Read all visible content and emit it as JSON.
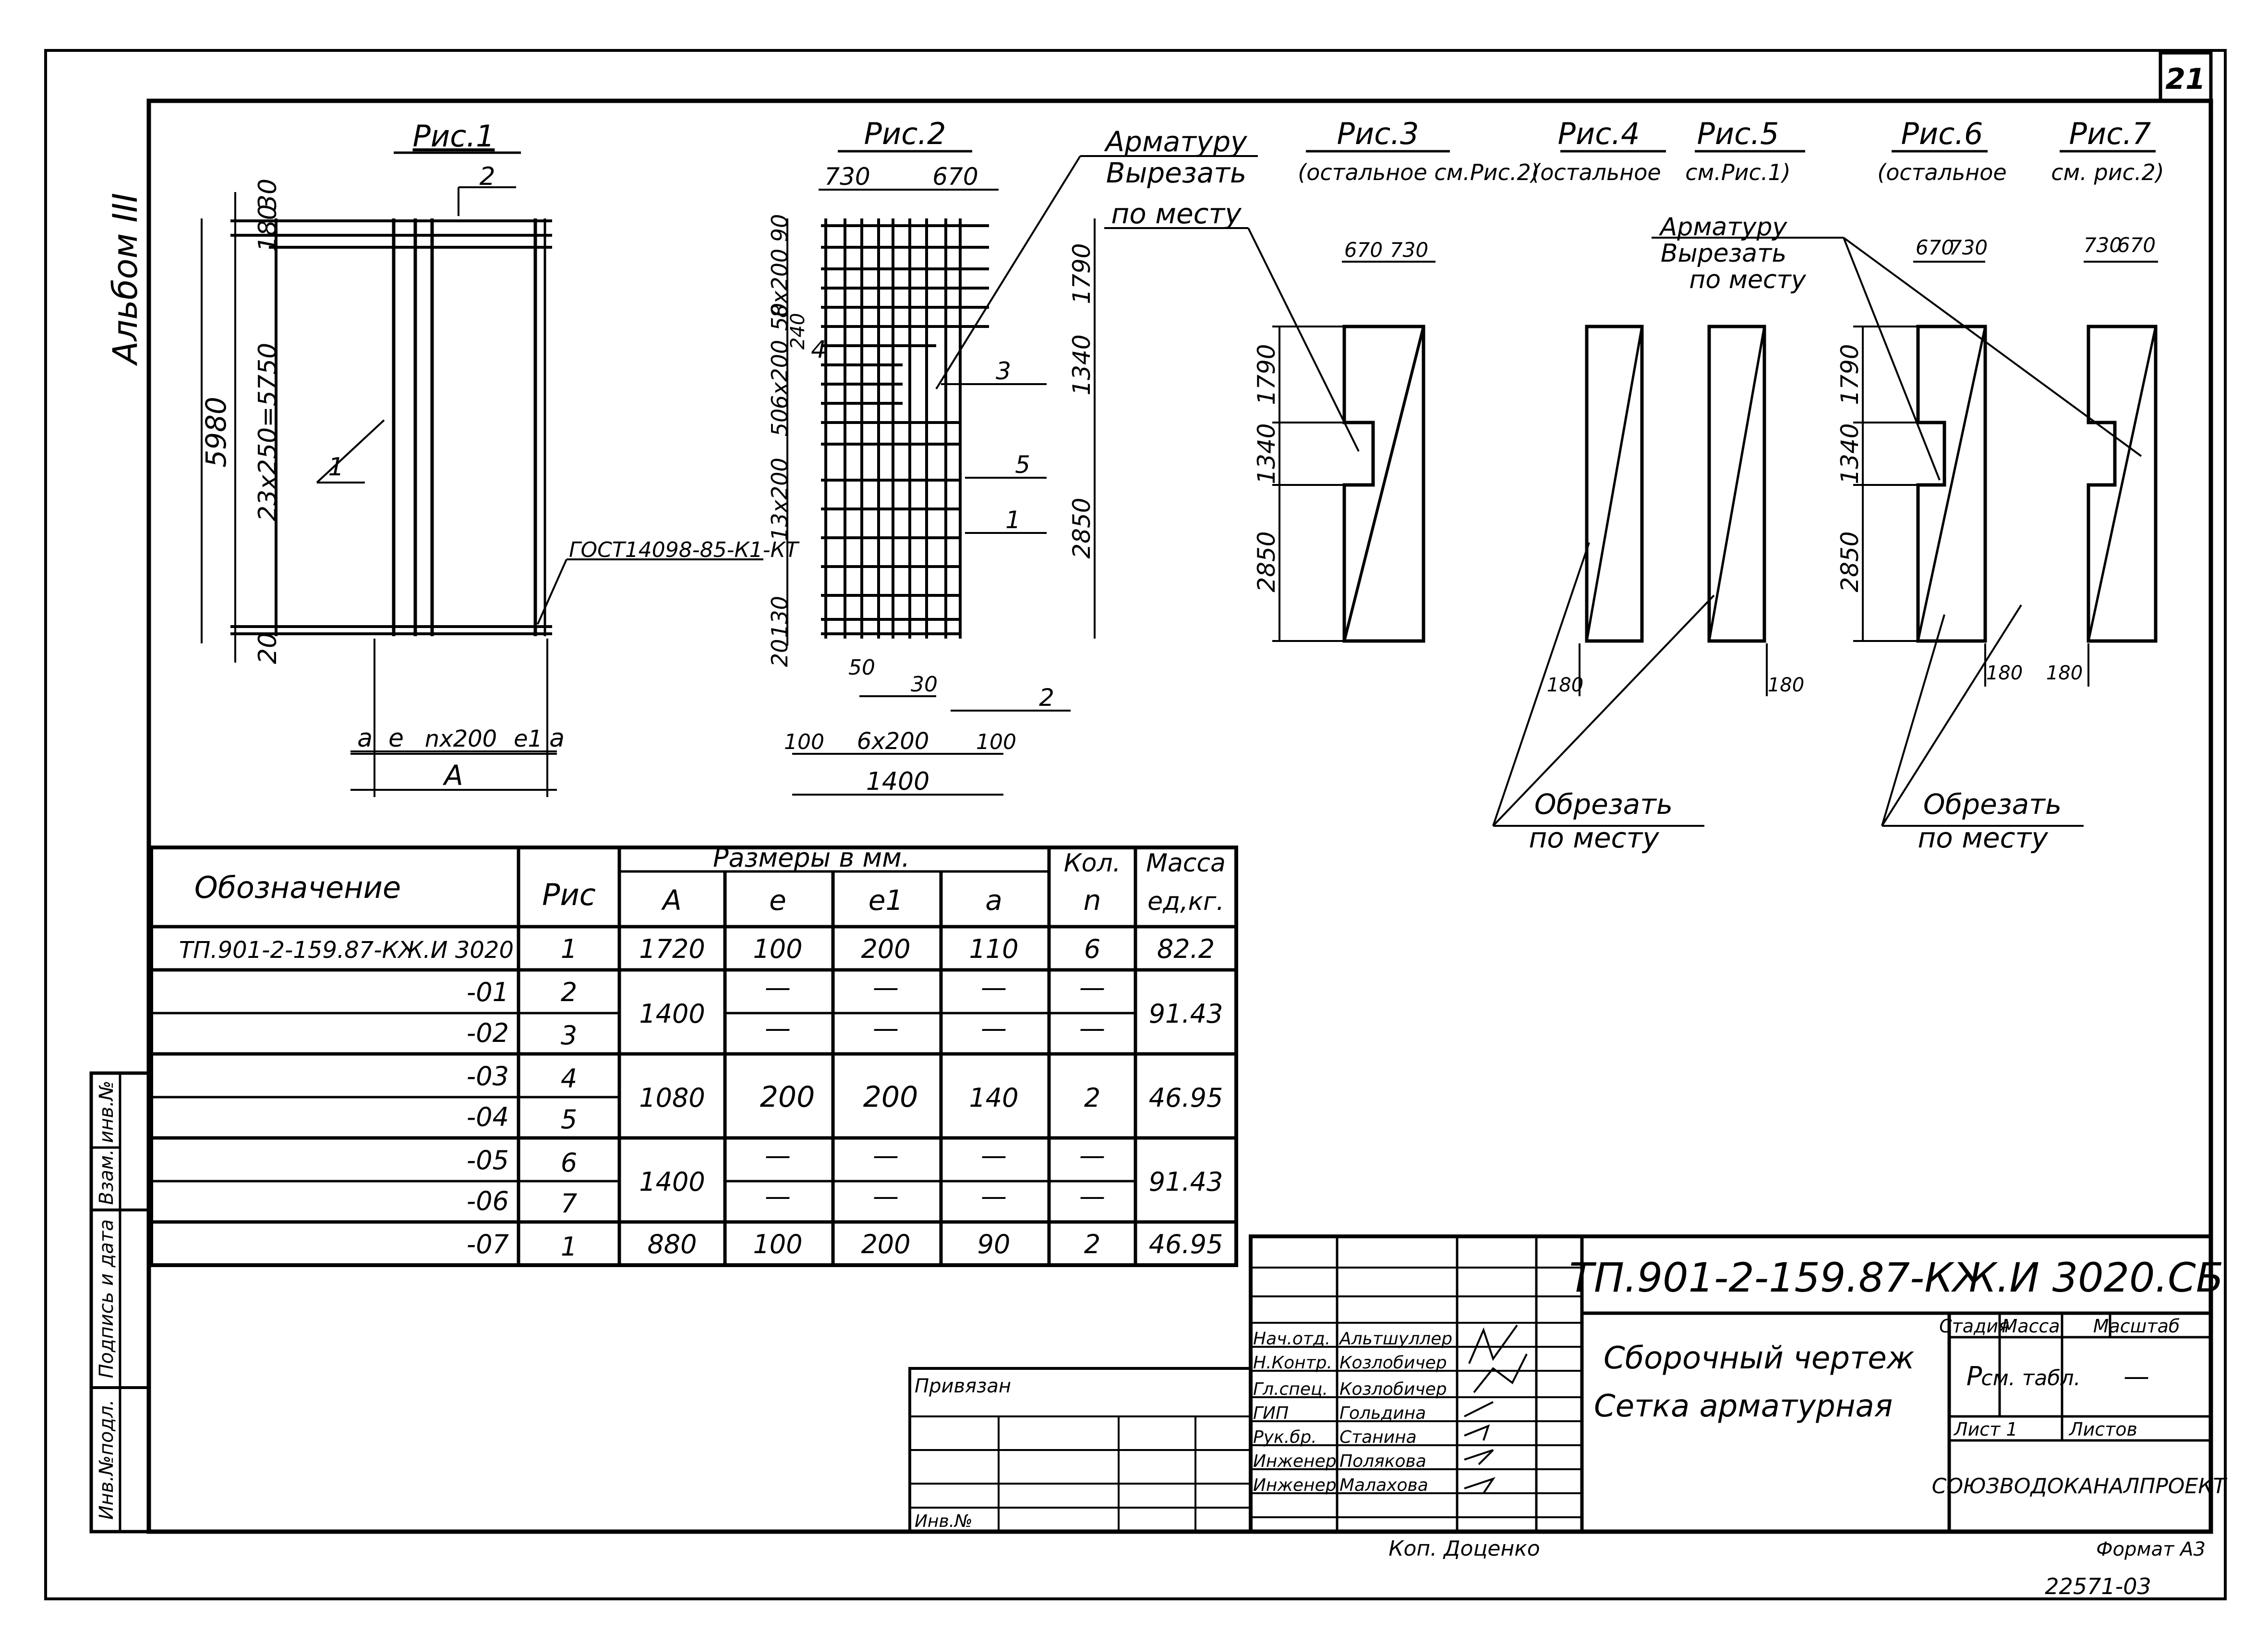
{
  "sheet_number": "21",
  "album_label": "Альбом III",
  "figures": {
    "fig1": {
      "title": "Рис.1",
      "dim_total": "5980",
      "dim_spacing": "23x250=5750",
      "dim_top_a": "30",
      "dim_top_b": "180",
      "dim_bottom": "20",
      "callout_1": "1",
      "callout_2": "2",
      "gost": "ГОСТ14098-85-К1-КТ",
      "bot_a1": "a",
      "bot_e1": "e",
      "bot_n": "nx200",
      "bot_e2": "e1",
      "bot_a2": "a",
      "bot_total": "A"
    },
    "fig2": {
      "title": "Рис.2",
      "top_left": "730",
      "top_right": "670",
      "left_90": "90",
      "left_8x200": "8x200",
      "left_50a": "50",
      "left_240": "240",
      "left_6x200": "6x200",
      "left_50b": "50",
      "left_13x200": "13x200",
      "left_130": "130",
      "left_20": "20",
      "right_1790": "1790",
      "right_1340": "1340",
      "right_2850": "2850",
      "callout_3": "3",
      "callout_4": "4",
      "callout_5": "5",
      "callout_1": "1",
      "callout_2": "2",
      "bot_50": "50",
      "bot_30": "30",
      "bot_100a": "100",
      "bot_6x200": "6x200",
      "bot_100b": "100",
      "bot_total": "1400"
    },
    "cut_note_1": [
      "Арматуру",
      "Вырезать",
      "по месту"
    ],
    "fig3": {
      "title": "Рис.3",
      "subtitle": "(остальное см.Рис.2)",
      "top_a": "670",
      "top_b": "730",
      "dim_1790": "1790",
      "dim_1340": "1340",
      "dim_2850": "2850"
    },
    "fig4": {
      "title": "Рис.4",
      "subtitle": "(остальное"
    },
    "fig5": {
      "title": "Рис.5",
      "subtitle": "см.Рис.1)"
    },
    "cut_note_2": [
      "Арматуру",
      "Вырезать",
      "по месту"
    ],
    "fig45_dim_left": "180",
    "fig45_dim_right": "180",
    "fig6": {
      "title": "Рис.6",
      "subtitle": "(остальное"
    },
    "fig7": {
      "title": "Рис.7",
      "subtitle": "см. рис.2)"
    },
    "fig67_top_left_a": "670",
    "fig67_top_left_b": "730",
    "fig67_top_right_a": "730",
    "fig67_top_right_b": "670",
    "fig67_dim_1790": "1790",
    "fig67_dim_1340": "1340",
    "fig67_dim_2850": "2850",
    "fig67_bot_a": "180",
    "fig67_bot_b": "180",
    "cut_note_3": [
      "Обрезать",
      "по месту"
    ],
    "cut_note_4": [
      "Обрезать",
      "по месту"
    ]
  },
  "table": {
    "head_designation": "Обозначение",
    "head_fig": "Рис",
    "head_sizes": "Размеры в мм.",
    "head_qty": "Кол.",
    "head_mass": "Масса",
    "sub_A": "A",
    "sub_e": "e",
    "sub_e1": "e1",
    "sub_a": "a",
    "sub_n": "n",
    "sub_mass": "ед,кг.",
    "rows": [
      {
        "designation": "ТП.901-2-159.87-КЖ.И 3020",
        "fig": "1",
        "A": "1720",
        "e": "100",
        "e1": "200",
        "a": "110",
        "n": "6",
        "mass": "82.2"
      },
      {
        "designation": "-01",
        "fig": "2",
        "A": "1400",
        "e": "—",
        "e1": "—",
        "a": "—",
        "n": "—",
        "mass": "91.43"
      },
      {
        "designation": "-02",
        "fig": "3",
        "A": "",
        "e": "—",
        "e1": "—",
        "a": "—",
        "n": "—",
        "mass": ""
      },
      {
        "designation": "-03",
        "fig": "4",
        "A": "1080",
        "e": "200",
        "e1": "200",
        "a": "140",
        "n": "2",
        "mass": "46.95"
      },
      {
        "designation": "-04",
        "fig": "5",
        "A": "",
        "e": "",
        "e1": "",
        "a": "",
        "n": "",
        "mass": ""
      },
      {
        "designation": "-05",
        "fig": "6",
        "A": "1400",
        "e": "—",
        "e1": "—",
        "a": "—",
        "n": "—",
        "mass": "91.43"
      },
      {
        "designation": "-06",
        "fig": "7",
        "A": "",
        "e": "—",
        "e1": "—",
        "a": "—",
        "n": "—",
        "mass": ""
      },
      {
        "designation": "-07",
        "fig": "1",
        "A": "880",
        "e": "100",
        "e1": "200",
        "a": "90",
        "n": "2",
        "mass": "46.95"
      }
    ]
  },
  "side_stamp": {
    "cell1": "Инв.№подл.",
    "cell2": "Подпись и дата",
    "cell3": "Взам. инв.№"
  },
  "title_block": {
    "doc_code": "ТП.901-2-159.87-КЖ.И 3020.СБ",
    "title_line1": "Сборочный чертеж",
    "title_line2": "Сетка арматурная",
    "stage_label": "Стадия",
    "mass_label": "Масса",
    "scale_label": "Масштаб",
    "stage_value": "Р",
    "mass_value": "см. табл.",
    "scale_value": "—",
    "sheet_label": "Лист 1",
    "sheets_label": "Листов",
    "organization": "СОЮЗВОДОКАНАЛПРОЕКТ",
    "bound_label": "Привязан",
    "inv_label": "Инв.№",
    "roles": [
      "Нач.отд.",
      "Н.Контр.",
      "Гл.спец.",
      "ГИП",
      "Рук.бр.",
      "Инженер",
      "Инженер"
    ],
    "names": [
      "Альтшуллер",
      "Козлобичер",
      "Козлобичер",
      "Гольдина",
      "Станина",
      "Полякова",
      "Малахова"
    ],
    "copied": "Коп. Доценко",
    "format": "Формат А3",
    "number": "22571-03"
  }
}
